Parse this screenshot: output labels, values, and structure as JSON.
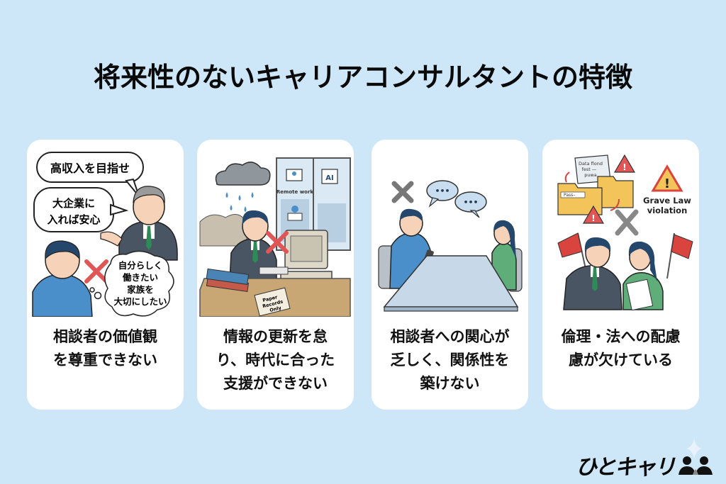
{
  "title": "将来性のないキャリアコンサルタントの特徴",
  "colors": {
    "background": "#cde6f8",
    "card": "#ffffff",
    "cross_red": "#e05555",
    "cross_gray": "#777777",
    "tie_green": "#2e8b57",
    "suit": "#4a5563",
    "shirt_blue": "#4a8fc9",
    "shirt_green": "#5fae7a",
    "folder": "#f2c45a",
    "flag_red": "#d9443f"
  },
  "cards": [
    {
      "caption_lines": [
        "相談者の価値観",
        "を尊重できない"
      ],
      "illustration": {
        "speech_bubbles": [
          "高収入を目指せ",
          "大企業に",
          "入れば安心"
        ],
        "thought_bubble": [
          "自分らしく",
          "働きたい",
          "家族を",
          "大切にしたい"
        ],
        "icon": "cross-red-icon"
      }
    },
    {
      "caption_lines": [
        "情報の更新を怠",
        "り、時代に合った",
        "支援ができない"
      ],
      "illustration": {
        "window_labels": [
          "Remote work",
          "AI"
        ],
        "book_label": [
          "Paper",
          "Records",
          "Only"
        ],
        "icon": "cross-red-icon"
      }
    },
    {
      "caption_lines": [
        "相談者への関心が",
        "乏しく、関係性を",
        "築けない"
      ],
      "illustration": {
        "speech_bubbles": [
          "•••",
          "•••"
        ],
        "icon": "cross-gray-icon"
      }
    },
    {
      "caption_lines": [
        "倫理・法への配慮",
        "慮が欠けている"
      ],
      "illustration": {
        "warning_text": [
          "Grave Law",
          "violation"
        ],
        "document_text": [
          "Data flond",
          "fest —",
          "puwa"
        ],
        "folder_text": "Pass–",
        "icon": "cross-gray-icon"
      }
    }
  ],
  "logo": {
    "text": "ひとキャリ"
  }
}
